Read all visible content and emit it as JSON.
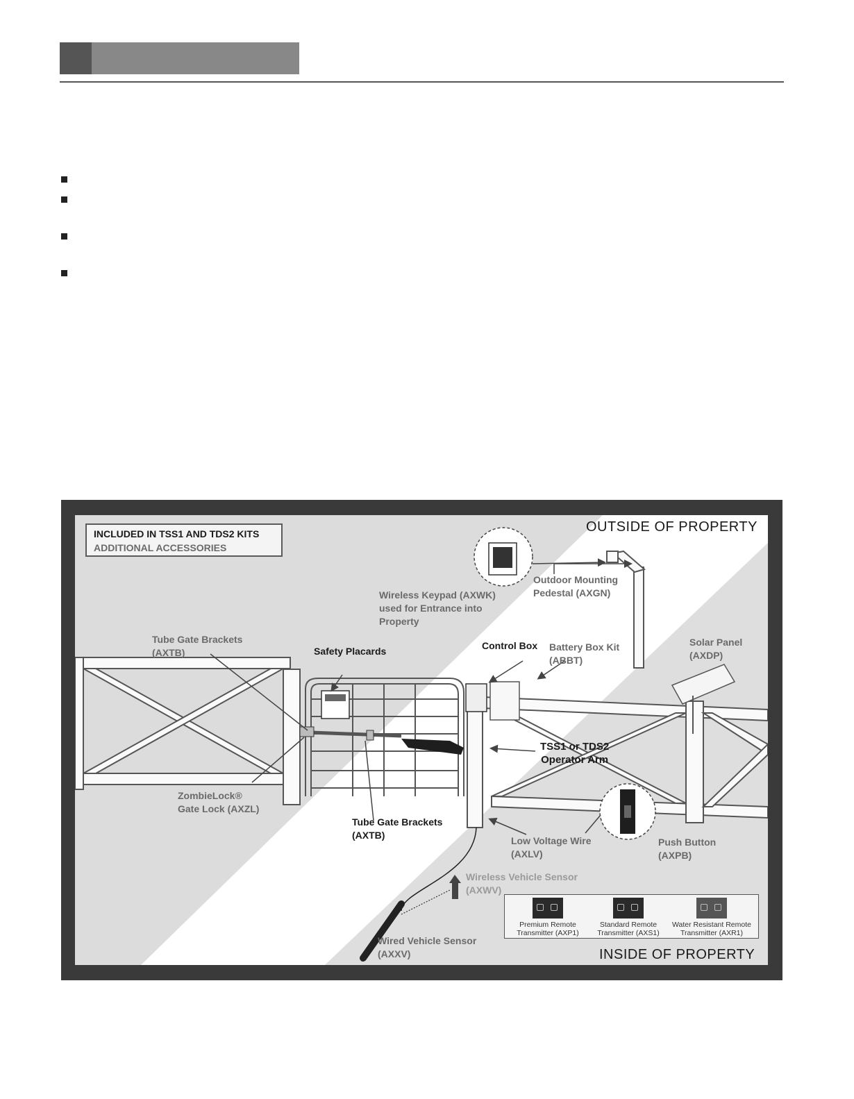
{
  "diagram": {
    "legend": {
      "included": "INCLUDED IN TSS1 AND TDS2 KITS",
      "additional": "ADDITIONAL ACCESSORIES"
    },
    "outside_label": "OUTSIDE OF PROPERTY",
    "inside_label": "INSIDE OF PROPERTY",
    "labels": {
      "wireless_keypad": [
        "Wireless Keypad (AXWK)",
        "used for Entrance into",
        "Property"
      ],
      "outdoor_pedestal": [
        "Outdoor Mounting",
        "Pedestal (AXGN)"
      ],
      "tube_brackets_top": [
        "Tube Gate Brackets",
        "(AXTB)"
      ],
      "safety_placards": "Safety Placards",
      "control_box": "Control Box",
      "battery_box": [
        "Battery Box Kit",
        "(ABBT)"
      ],
      "solar_panel": [
        "Solar Panel",
        "(AXDP)"
      ],
      "operator_arm": [
        "TSS1 or TDS2",
        "Operator Arm"
      ],
      "zombielock": [
        "ZombieLock®",
        "Gate Lock (AXZL)"
      ],
      "tube_brackets_bottom": [
        "Tube Gate Brackets",
        "(AXTB)"
      ],
      "low_voltage_wire": [
        "Low Voltage Wire",
        "(AXLV)"
      ],
      "push_button": [
        "Push Button",
        "(AXPB)"
      ],
      "wireless_vehicle_sensor": [
        "Wireless Vehicle Sensor",
        "(AXWV)"
      ],
      "wired_vehicle_sensor": [
        "Wired Vehicle Sensor",
        "(AXXV)"
      ]
    },
    "remotes": [
      {
        "line1": "Premium Remote",
        "line2": "Transmitter (AXP1)"
      },
      {
        "line1": "Standard Remote",
        "line2": "Transmitter (AXS1)"
      },
      {
        "line1": "Water Resistant Remote",
        "line2": "Transmitter (AXR1)"
      }
    ]
  }
}
